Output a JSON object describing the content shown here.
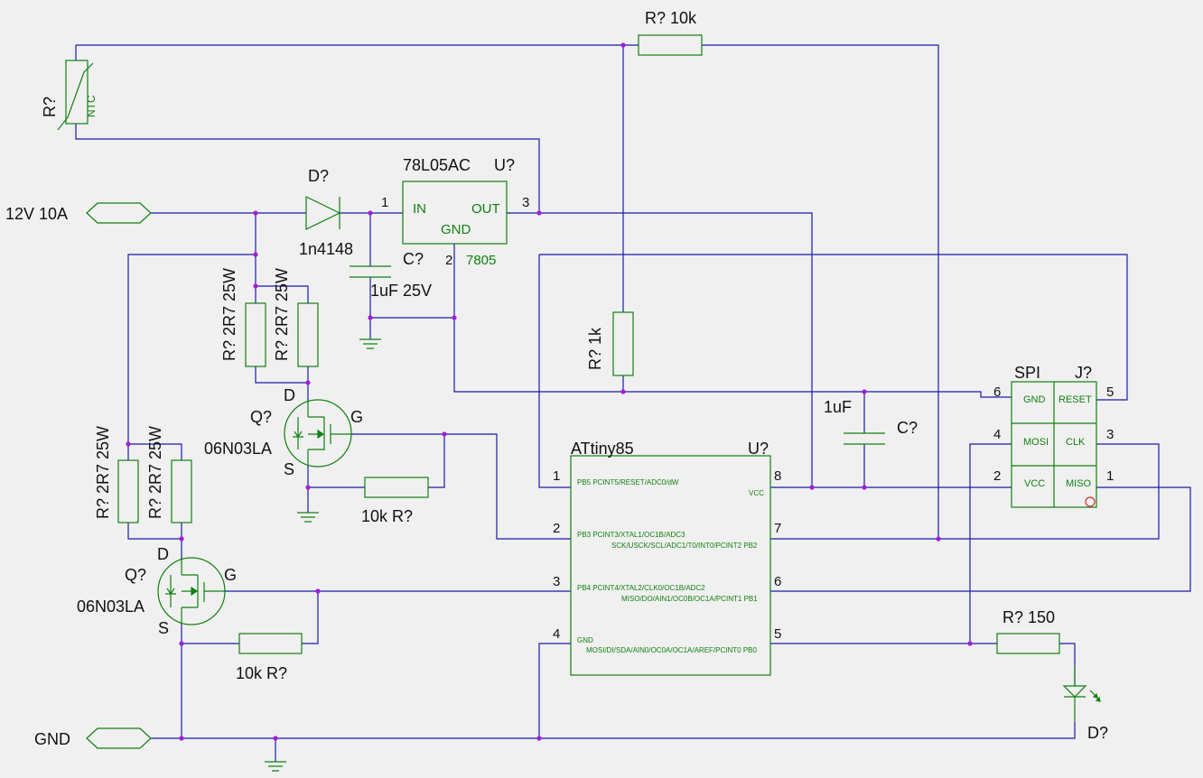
{
  "labels": {
    "r_top": "R? 10k",
    "ntc_ref": "R?",
    "ntc_text": "NTC",
    "diode_ref": "D?",
    "diode_val": "1n4148",
    "reg_name": "78L05AC",
    "reg_ref": "U?",
    "reg_in": "IN",
    "reg_out": "OUT",
    "reg_gnd": "GND",
    "reg_code": "7805",
    "reg_pin1": "1",
    "reg_pin2": "2",
    "reg_pin3": "3",
    "cap1_ref": "C?",
    "cap1_val": "1uF 25V",
    "port_12v": "12V 10A",
    "port_gnd": "GND",
    "r_p1a": "R? 2R7 25W",
    "r_p1b": "R? 2R7 25W",
    "r_p2a": "R? 2R7 25W",
    "r_p2b": "R? 2R7 25W",
    "q1_ref": "Q?",
    "q1_val": "06N03LA",
    "q2_ref": "Q?",
    "q2_val": "06N03LA",
    "d_lbl": "D",
    "g_lbl": "G",
    "s_lbl": "S",
    "r_gate1": "10k  R?",
    "r_gate2": "10k  R?",
    "r_1k": "R? 1k",
    "cap2_ref": "C?",
    "cap2_val": "1uF",
    "mcu_name": "ATtiny85",
    "mcu_ref": "U?",
    "mcu_pb5": "PB5 PCINT5/RESET/ADC0/dW",
    "mcu_vcc": "VCC",
    "mcu_pb3": "PB3 PCINT3/XTAL1/OC1B/ADC3",
    "mcu_pb2": "SCK/USCK/SCL/ADC1/T0/INT0/PCINT2 PB2",
    "mcu_pb4": "PB4 PCINT4/XTAL2/CLK0/OC1B/ADC2",
    "mcu_pb1": "MISO/DO/AIN1/OC0B/OC1A/PCINT1 PB1",
    "mcu_gnd": "GND",
    "mcu_pb0": "MOSI/DI/SDA/AIN0/OC0A/OC1A/AREF/PCINT0 PB0",
    "mcu_pins": [
      "1",
      "2",
      "3",
      "4",
      "5",
      "6",
      "7",
      "8"
    ],
    "spi_name": "SPI",
    "spi_ref": "J?",
    "spi_gnd": "GND",
    "spi_reset": "RESET",
    "spi_mosi": "MOSI",
    "spi_clk": "CLK",
    "spi_vcc": "VCC",
    "spi_miso": "MISO",
    "spi_pins": [
      "6",
      "5",
      "4",
      "3",
      "2",
      "1"
    ],
    "r_led": "R? 150",
    "led_ref": "D?"
  },
  "colors": {
    "wire": "#1a1aa6",
    "component": "#108010",
    "junction": "#a21ed8",
    "background": "#f0f0f0"
  }
}
